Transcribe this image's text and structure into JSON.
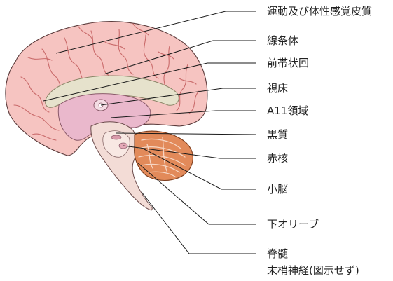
{
  "labels": {
    "motor_cortex": "運動及び体性感覚皮質",
    "striatum": "線条体",
    "cingulate_gyrus": "前帯状回",
    "thalamus": "視床",
    "a11_region": "A11領域",
    "substantia_nigra": "黒質",
    "red_nucleus": "赤核",
    "cerebellum": "小脳",
    "inferior_olive": "下オリーブ",
    "spinal_cord": "脊髄",
    "peripheral_nerve": "末梢神経(図示せず)"
  },
  "colors": {
    "cortex_fill": "#f6c4c1",
    "cortex_stroke": "#c96a6a",
    "corpus_callosum": "#e6e2cc",
    "inner_pink": "#eab8cc",
    "brainstem": "#f3dcd6",
    "cerebellum": "#e28a5a",
    "leader_line": "#1a1a1a",
    "text": "#222222"
  },
  "icons": {
    "brain": "brain-sagittal-illustration"
  }
}
